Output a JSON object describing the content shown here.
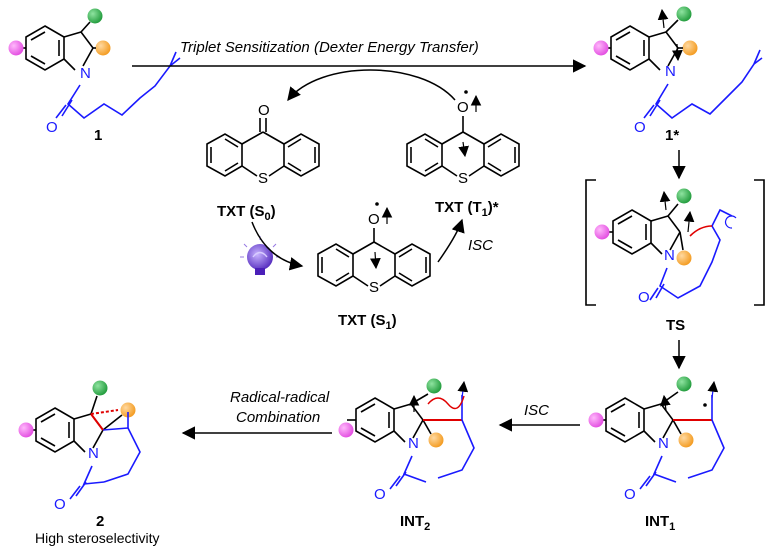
{
  "colors": {
    "bond": "#000000",
    "tether": "#1a1aff",
    "new_bond": "#e00000",
    "substituent_green": "#1f9a3a",
    "substituent_orange": "#f39a1e",
    "substituent_pink": "#e24be0",
    "lightbulb": "#6a3fd6"
  },
  "labels": {
    "compound_1": "1",
    "compound_1_star": "1*",
    "ts": "TS",
    "int1": "INT",
    "int1_sub": "1",
    "int2": "INT",
    "int2_sub": "2",
    "product": "2",
    "product_note": "High steroselectivity",
    "txt_s0_pre": "TXT (S",
    "txt_s0_sub": "0",
    "txt_s0_post": ")",
    "txt_s1_pre": "TXT (S",
    "txt_s1_sub": "1",
    "txt_s1_post": ")",
    "txt_t1_pre": "TXT (T",
    "txt_t1_sub": "1",
    "txt_t1_post": ")*"
  },
  "arrows": {
    "triplet": "Triplet Sensitization (Dexter Energy Transfer)",
    "isc_catalyst": "ISC",
    "isc_int": "ISC",
    "combination_line1": "Radical-radical",
    "combination_line2": "Combination"
  },
  "atoms": {
    "n": "N",
    "o": "O",
    "s": "S"
  },
  "icons": [
    "lightbulb-icon",
    "arrow-icon"
  ]
}
